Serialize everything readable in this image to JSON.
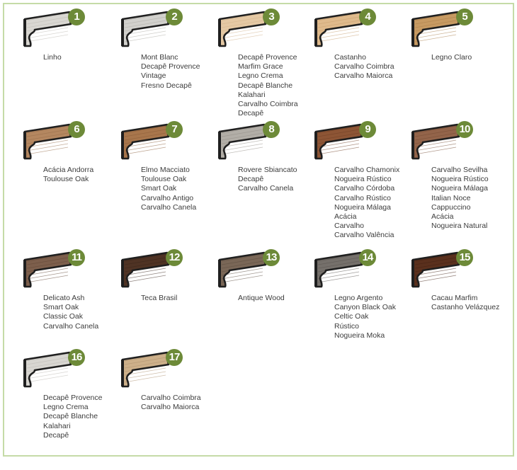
{
  "colors": {
    "frame_border": "#c5dba7",
    "badge": "#6d8a38",
    "text": "#3c3c3c",
    "outline": "#1f1f1f"
  },
  "items": [
    {
      "number": "1",
      "swatch": "#d9d7d2",
      "grain": "#b9b6ae",
      "names": [
        "Linho"
      ]
    },
    {
      "number": "2",
      "swatch": "#d2d1cd",
      "grain": "#a9a7a1",
      "names": [
        "Mont Blanc",
        "Decapê Provence",
        "Vintage",
        "Fresno Decapê"
      ]
    },
    {
      "number": "3",
      "swatch": "#e5c9a4",
      "grain": "#cfae86",
      "names": [
        "Decapê Provence",
        "Marfim Grace",
        "Legno Crema",
        "Decapê Blanche",
        "Kalahari",
        "Carvalho Coimbra",
        "Decapê"
      ]
    },
    {
      "number": "4",
      "swatch": "#dfba8c",
      "grain": "#c49a6a",
      "names": [
        "Castanho",
        "Carvalho Coimbra",
        "Carvalho Maiorca"
      ]
    },
    {
      "number": "5",
      "swatch": "#c79a62",
      "grain": "#a57a45",
      "names": [
        "Legno Claro"
      ]
    },
    {
      "number": "6",
      "swatch": "#b48760",
      "grain": "#936a47",
      "names": [
        "Acácia Andorra",
        "Toulouse Oak"
      ]
    },
    {
      "number": "7",
      "swatch": "#a8764c",
      "grain": "#875a35",
      "names": [
        "Elmo Macciato",
        "Toulouse Oak",
        "Smart Oak",
        "Carvalho Antigo",
        "Carvalho Canela"
      ]
    },
    {
      "number": "8",
      "swatch": "#b2aea7",
      "grain": "#8f8a83",
      "names": [
        "Rovere Sbiancato",
        "Decapê",
        "Carvalho Canela"
      ]
    },
    {
      "number": "9",
      "swatch": "#8d5535",
      "grain": "#6d3d22",
      "names": [
        "Carvalho Chamonix",
        "Nogueira Rústico",
        "Carvalho Córdoba",
        "Carvalho Rústico",
        "Nogueira Málaga",
        "Acácia",
        "Carvalho",
        "Carvalho Valência"
      ]
    },
    {
      "number": "10",
      "swatch": "#93644a",
      "grain": "#734832",
      "names": [
        "Carvalho Sevilha",
        "Nogueira Rústico",
        "Nogueira Málaga",
        "Italian Noce",
        "Cappuccino",
        "Acácia",
        "Nogueira Natural"
      ]
    },
    {
      "number": "11",
      "swatch": "#7d5f4c",
      "grain": "#5e4433",
      "names": [
        "Delicato Ash",
        "Smart Oak",
        "Classic Oak",
        "Carvalho Canela"
      ]
    },
    {
      "number": "12",
      "swatch": "#4f3324",
      "grain": "#37221a",
      "names": [
        "Teca Brasil"
      ]
    },
    {
      "number": "13",
      "swatch": "#7a6757",
      "grain": "#5a4a3d",
      "names": [
        "Antique Wood"
      ]
    },
    {
      "number": "14",
      "swatch": "#75706b",
      "grain": "#56514c",
      "names": [
        "Legno Argento",
        "Canyon Black Oak",
        "Celtic Oak",
        "Rústico",
        "Nogueira Moka"
      ]
    },
    {
      "number": "15",
      "swatch": "#5a301d",
      "grain": "#3f1f12",
      "names": [
        "Cacau Marfim",
        "Castanho Velázquez"
      ]
    },
    {
      "number": "16",
      "swatch": "#d8d6d1",
      "grain": "#b8b5ae",
      "names": [
        "Decapê Provence",
        "Legno Crema",
        "Decapê Blanche",
        "Kalahari",
        "Decapê"
      ]
    },
    {
      "number": "17",
      "swatch": "#cdb08a",
      "grain": "#a98d69",
      "names": [
        "Carvalho Coimbra",
        "Carvalho Maiorca"
      ]
    }
  ]
}
